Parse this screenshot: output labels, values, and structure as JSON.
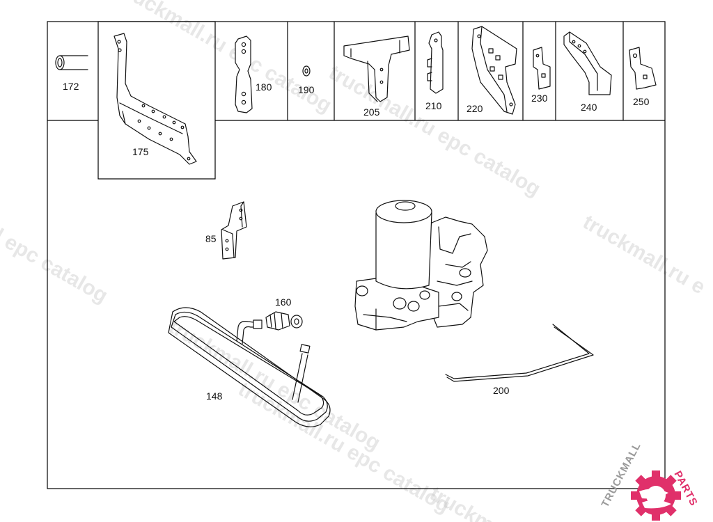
{
  "watermark": {
    "text_1": "truckmall.ru epc catalog",
    "text_2": "truckmall.ru epc catalog",
    "text_3": "truckmall.ru e",
    "text_4": "l epc catalog",
    "text_5": "truckmall.ru epc catalog",
    "text_6": "truckmall.ru epc catalog",
    "text_7": "truckm"
  },
  "logo": {
    "text_1": "TRUCKMALL",
    "text_2": "PARTS",
    "colors": {
      "gray": "#9a9a9a",
      "pink": "#e0306a"
    }
  },
  "parts": {
    "p172": "172",
    "p175": "175",
    "p180": "180",
    "p190": "190",
    "p205": "205",
    "p210": "210",
    "p220": "220",
    "p230": "230",
    "p240": "240",
    "p250": "250",
    "p85": "85",
    "p160": "160",
    "p148": "148",
    "p200": "200"
  }
}
